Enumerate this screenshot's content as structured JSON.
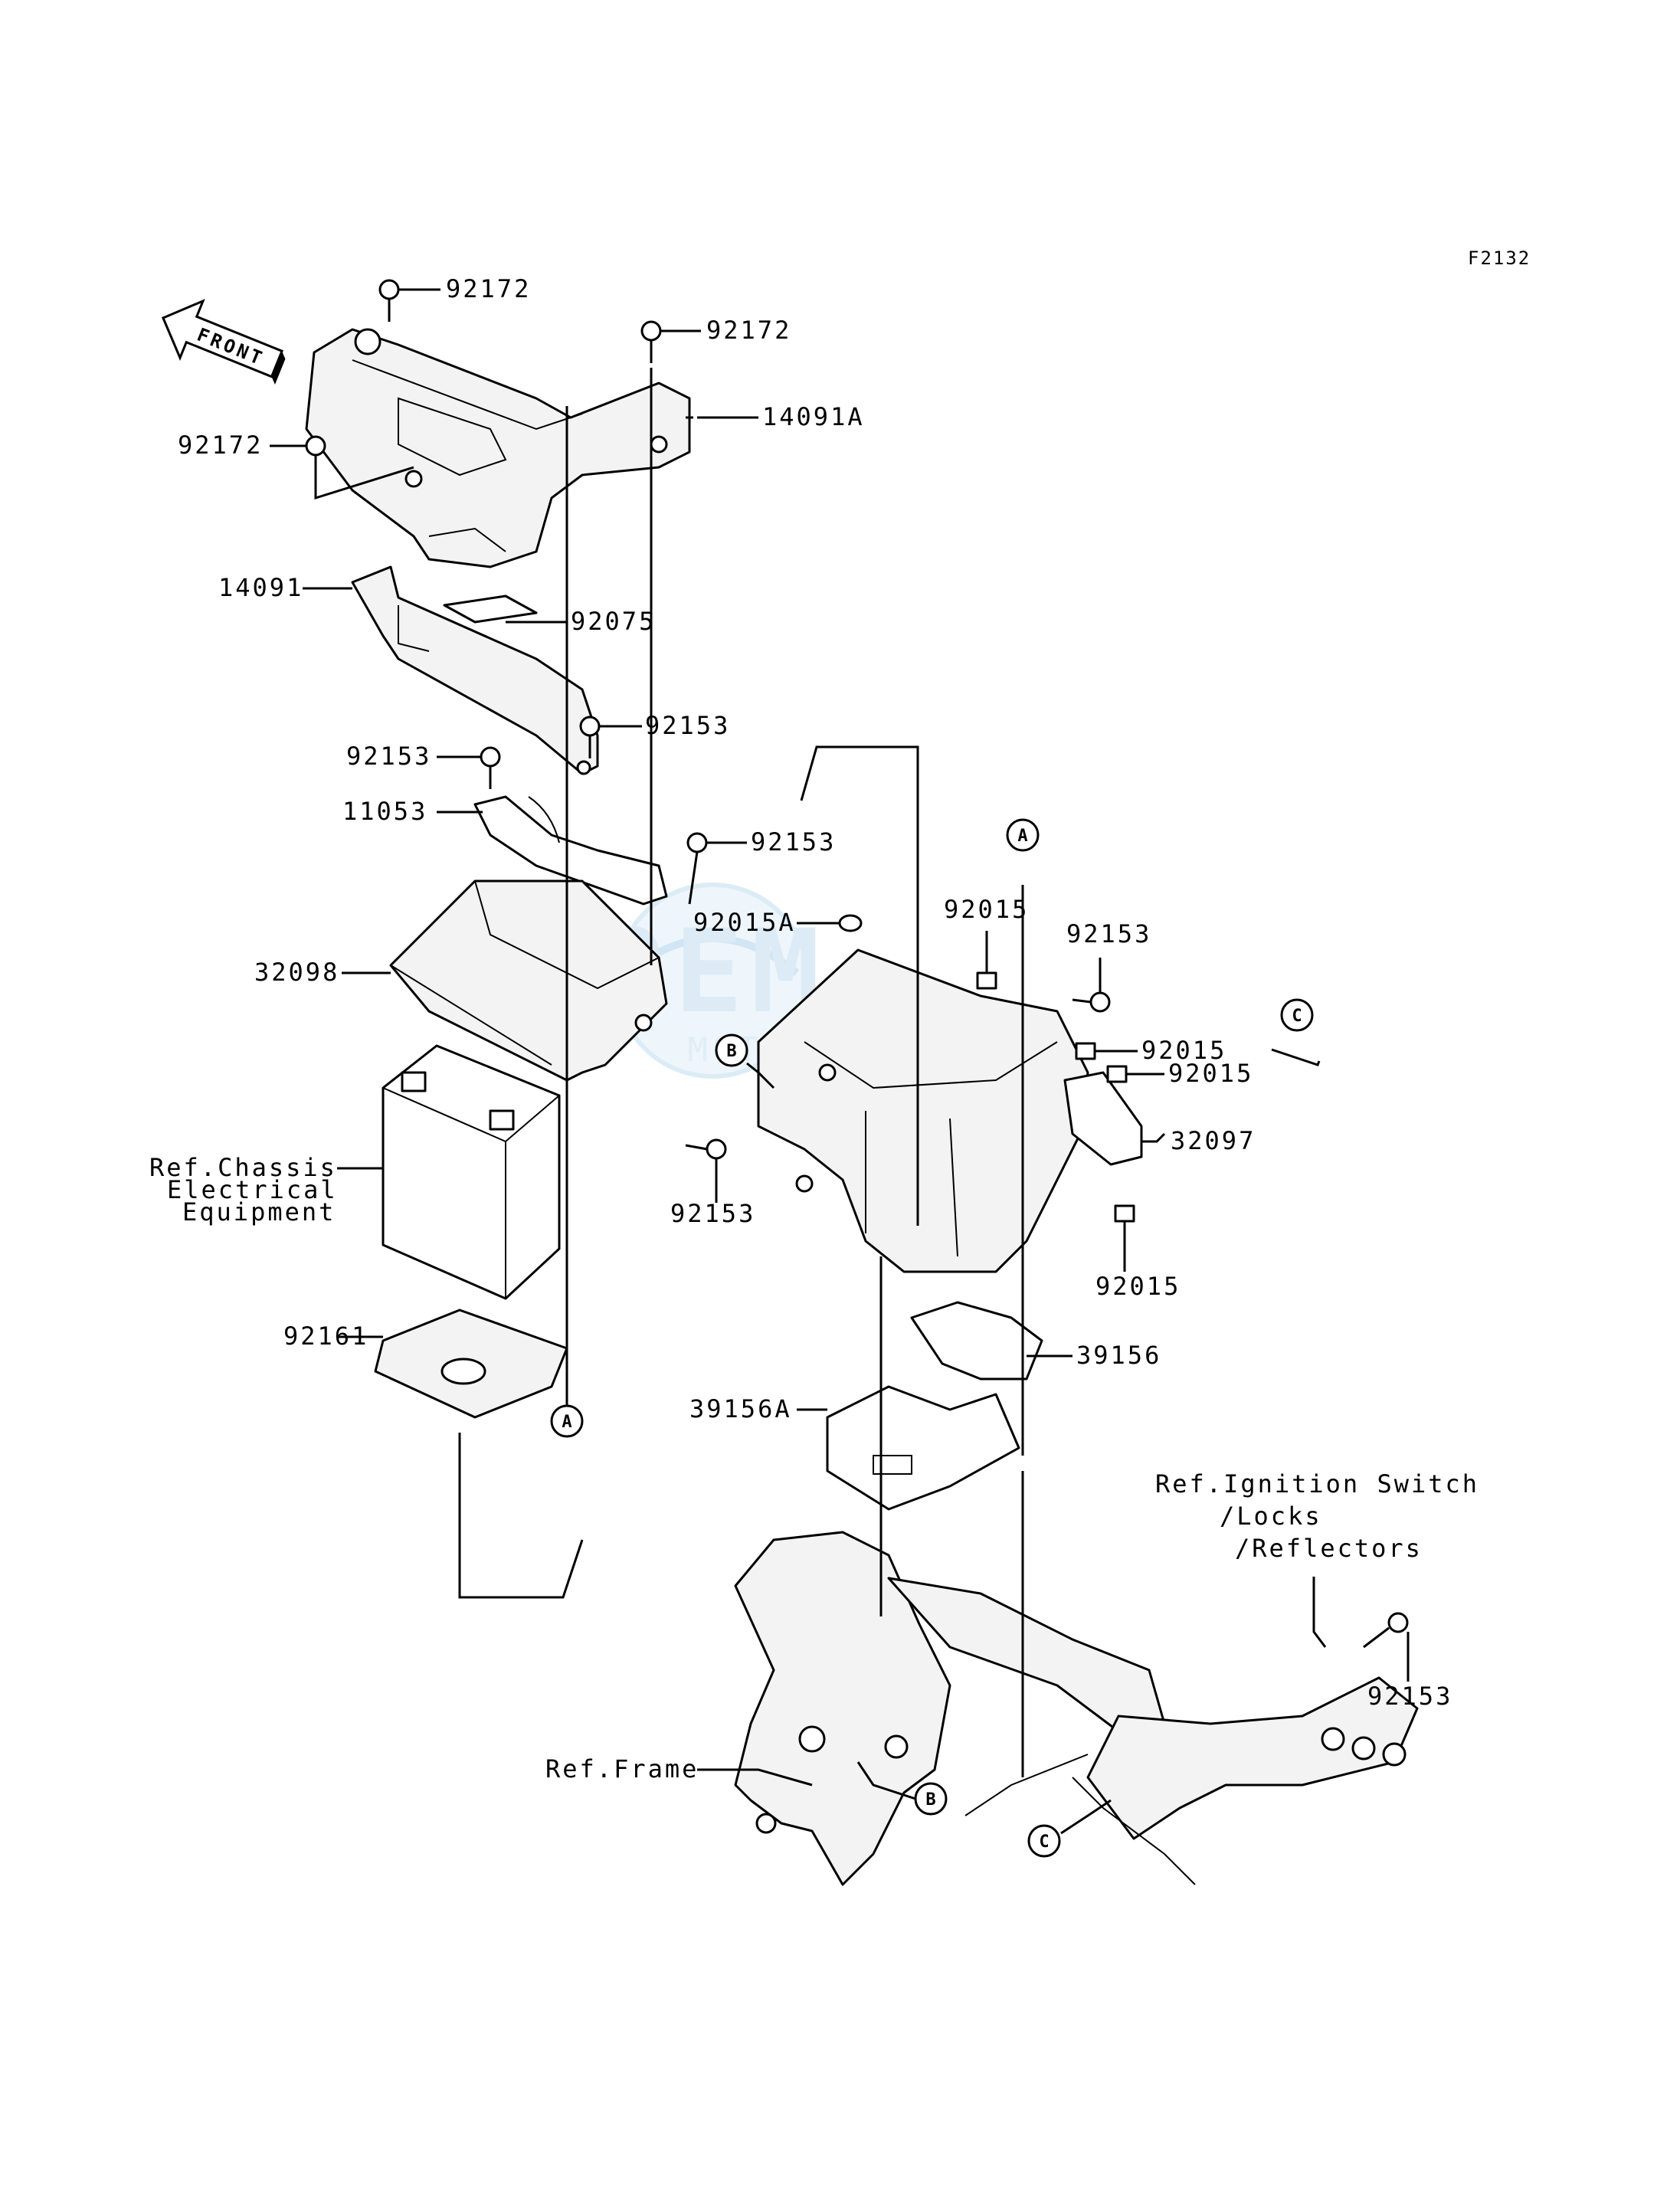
{
  "diagram_code": "F2132",
  "front_arrow_label": "FRONT",
  "watermark": "OEM MOTORPARTS",
  "part_labels": {
    "p92172_top": "92172",
    "p92172_mid": "92172",
    "p92172_left": "92172",
    "p14091A": "14091A",
    "p14091": "14091",
    "p92075": "92075",
    "p92153_a": "92153",
    "p92153_b": "92153",
    "p11053": "11053",
    "p92153_c": "92153",
    "p92015A": "92015A",
    "p32098": "32098",
    "p92015_a": "92015",
    "p92153_d": "92153",
    "p92015_b": "92015",
    "p92015_c": "92015",
    "p32097": "32097",
    "p92153_e": "92153",
    "p92015_d": "92015",
    "p92161": "92161",
    "p39156": "39156",
    "p39156A": "39156A",
    "p92153_f": "92153"
  },
  "references": {
    "chassis": [
      "Ref.Chassis",
      "Electrical",
      "Equipment"
    ],
    "ignition": [
      "Ref.Ignition Switch",
      "/Locks",
      "/Reflectors"
    ],
    "frame": "Ref.Frame"
  },
  "callouts": {
    "a_top": "A",
    "a_bottom": "A",
    "b_top": "B",
    "b_bottom": "B",
    "c_top": "C",
    "c_bottom": "C"
  }
}
